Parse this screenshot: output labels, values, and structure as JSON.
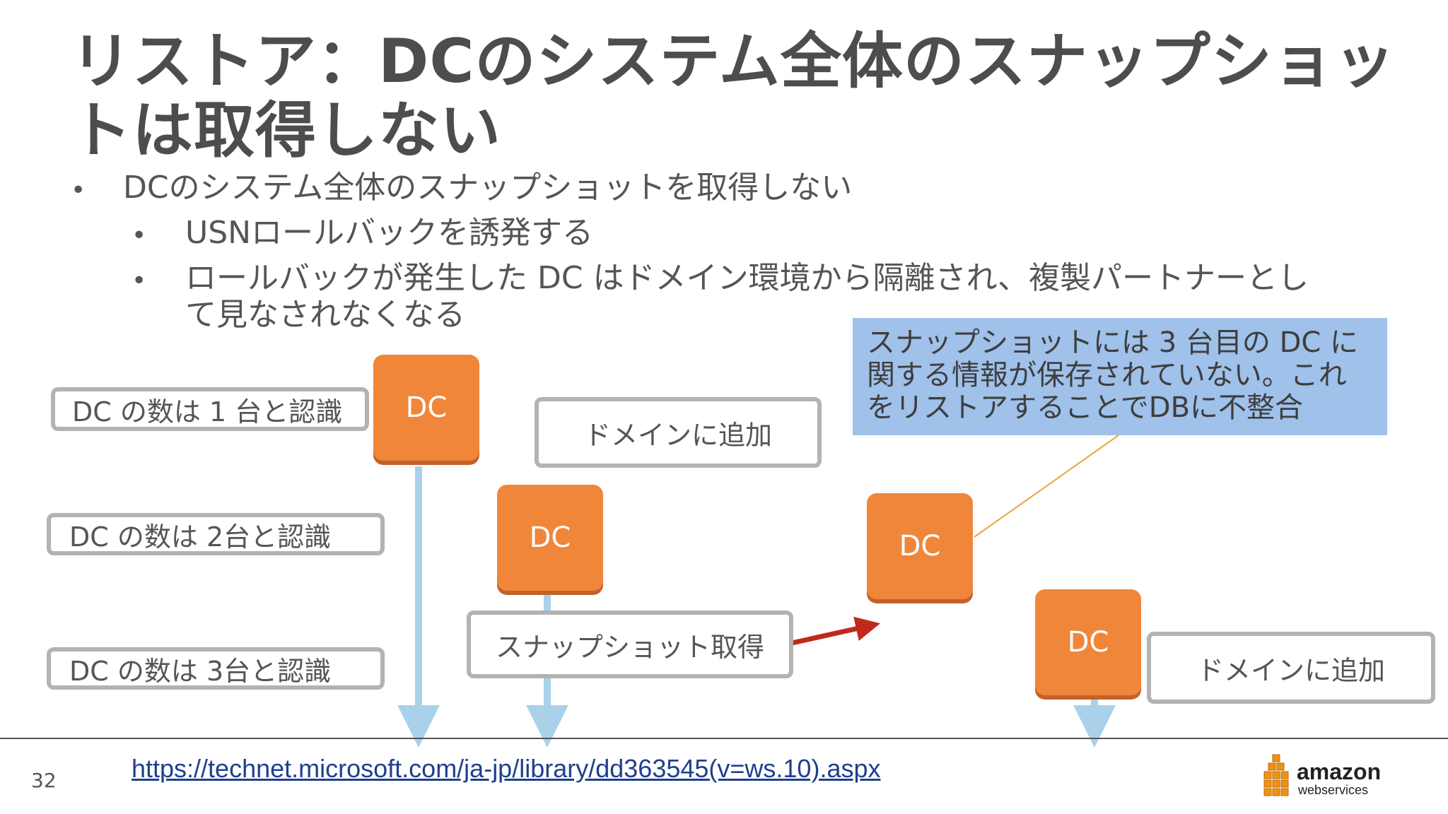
{
  "title": "リストア：DCのシステム全体のスナップショットは取得しない",
  "bullets": {
    "main": "DCのシステム全体のスナップショットを取得しない",
    "sub1": "USNロールバックを誘発する",
    "sub2": "ロールバックが発生した DC はドメイン環境から隔離され、複製パートナーとして見なされなくなる",
    "marker": "•"
  },
  "diagram": {
    "rows": [
      {
        "label": "DC の数は 1 台と認識"
      },
      {
        "label": "DC の数は 2台と認識"
      },
      {
        "label": "DC の数は 3台と認識"
      }
    ],
    "dc_label": "DC",
    "add_domain_1": "ドメインに追加",
    "snapshot": "スナップショット取得",
    "add_domain_2": "ドメインに追加",
    "note": "スナップショットには 3 台目の DC に関する情報が保存されていない。これをリストアすることでDBに不整合",
    "colors": {
      "dc": "#f0863a",
      "timeline": "#a9d2ea",
      "note_bg": "#9fc1ea",
      "arrow": "#c0291c",
      "box_border": "#b3b3b3"
    }
  },
  "footer": {
    "page": "32",
    "url": "https://technet.microsoft.com/ja-jp/library/dd363545(v=ws.10).aspx",
    "logo_main": "amazon",
    "logo_sub": "webservices"
  }
}
